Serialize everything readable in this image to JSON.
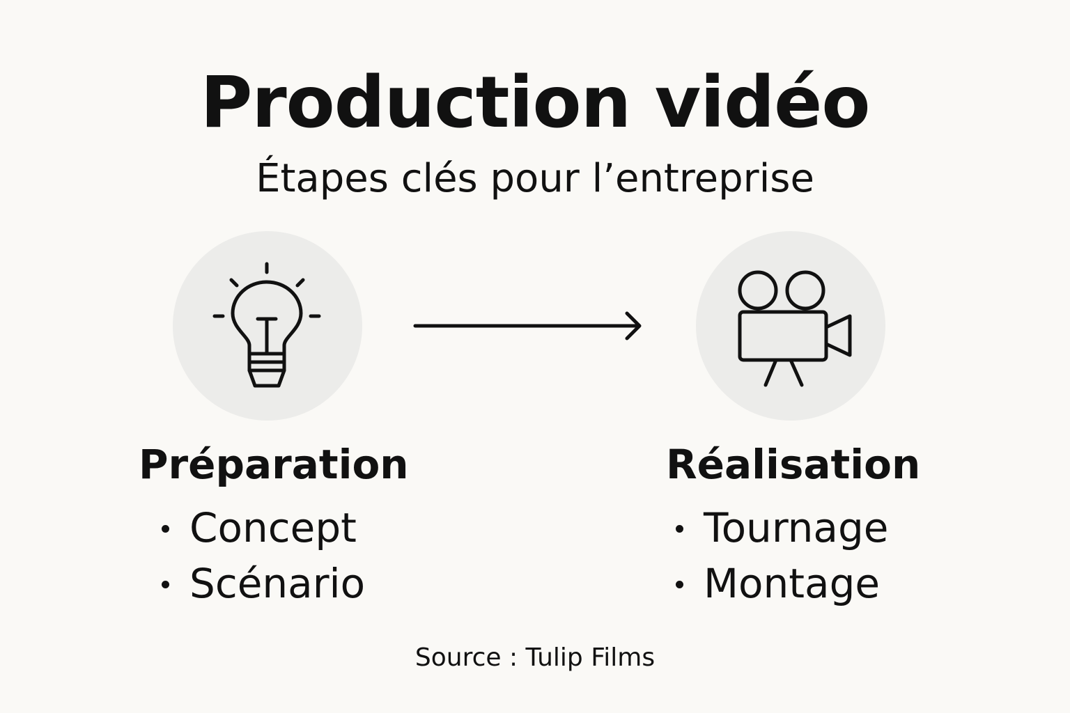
{
  "header": {
    "title": "Production vidéo",
    "subtitle": "Étapes clés pour l’entreprise"
  },
  "steps": [
    {
      "title": "Préparation",
      "icon": "lightbulb-icon",
      "items": [
        "Concept",
        "Scénario"
      ]
    },
    {
      "title": "Réalisation",
      "icon": "film-camera-icon",
      "items": [
        "Tournage",
        "Montage"
      ]
    }
  ],
  "footer": {
    "source": "Source : Tulip Films"
  },
  "colors": {
    "background": "#faf9f6",
    "circle": "#ececea",
    "ink": "#111111"
  }
}
